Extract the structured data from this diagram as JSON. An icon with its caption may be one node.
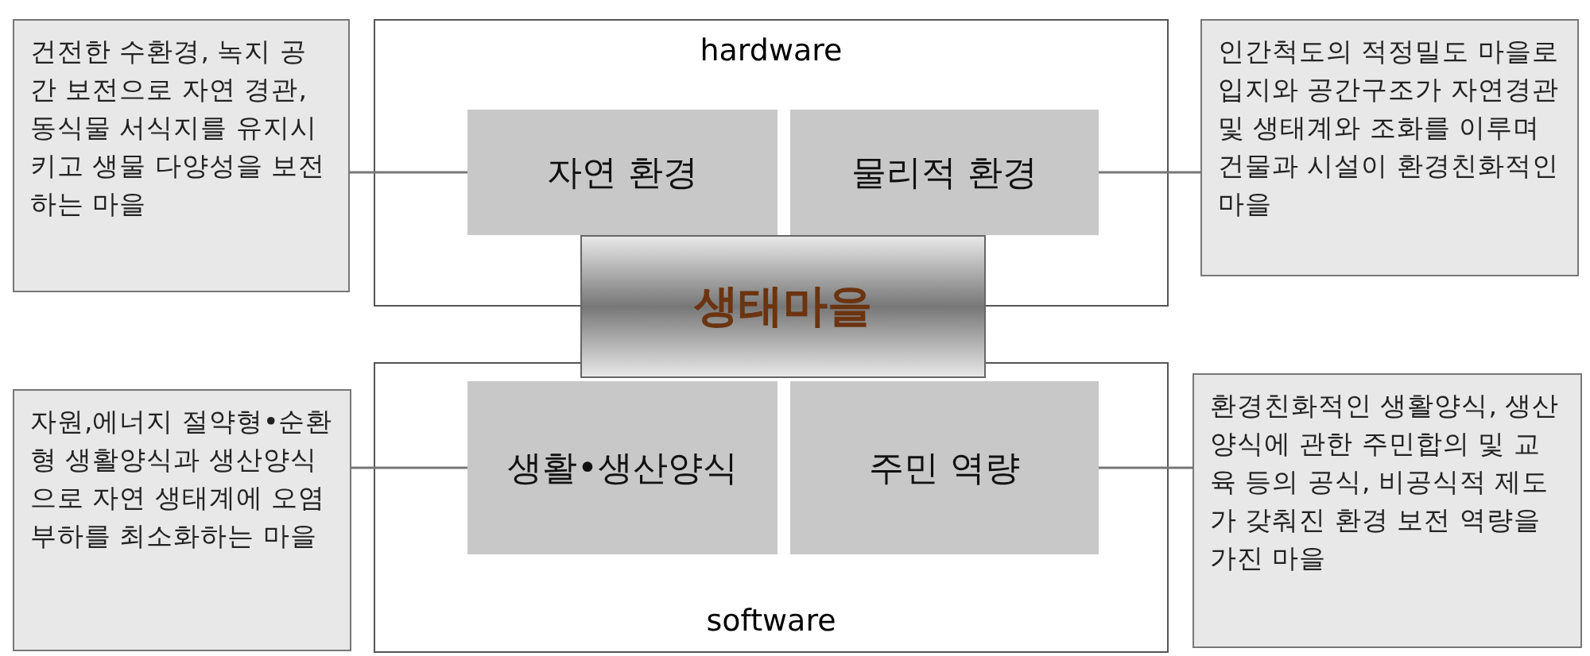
{
  "diagram": {
    "nodes": [
      {
        "text": [
          "hardware"
        ]
      },
      {
        "text": [
          "자연 환경"
        ],
        "in": 0
      },
      {
        "text": [
          "물리적 환경"
        ],
        "in": 0
      },
      {
        "text": [
          "software"
        ]
      },
      {
        "text": [
          "생활•생산양식"
        ],
        "in": 3
      },
      {
        "text": [
          "주민 역량"
        ],
        "in": 3
      },
      {
        "text": [
          "생태마을"
        ]
      },
      {
        "text": [
          "건전한 수환경, 녹지 공간 보전으로 자연 경관, 동식물 서식지를 유지시키고 생물 다양성을 보전하는 마을"
        ]
      },
      {
        "text": [
          "인간척도의 적정밀도 마을로 입지와 공간구조가 자연경관 및 생태계와 조화를 이루며 건물과 시설이 환경친화적인 마을"
        ]
      },
      {
        "text": [
          "자원,에너지 절약형•순환형 생활양식과 생산양식으로 자연 생태계에 오염부하를 최소화하는 마을"
        ]
      },
      {
        "text": [
          "환경친화적인 생활양식, 생산양식에 관한 주민합의 및 교육 등의 공식, 비공식적 제도가 갖춰진 환경 보전 역량을 가진 마을"
        ]
      }
    ],
    "edges": [
      {
        "from": 7,
        "to": 1,
        "arrow": "none"
      },
      {
        "from": 8,
        "to": 2,
        "arrow": "none"
      },
      {
        "from": 9,
        "to": 4,
        "arrow": "none"
      },
      {
        "from": 10,
        "to": 5,
        "arrow": "none"
      }
    ]
  }
}
